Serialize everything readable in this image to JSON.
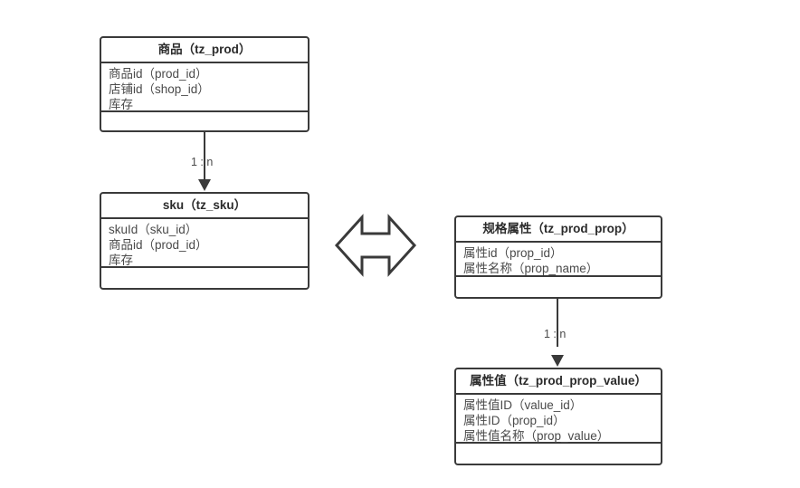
{
  "diagram": {
    "title": "",
    "background_color": "#ffffff",
    "line_color": "#3a3a3a",
    "text_color": "#4a4a4a",
    "title_color": "#2b2b2b",
    "entities": [
      {
        "id": "tz_prod",
        "title": "商品（tz_prod）",
        "fields": [
          "商品id（prod_id）",
          "店铺id（shop_id）",
          "库存"
        ],
        "footer": ""
      },
      {
        "id": "tz_sku",
        "title": "sku（tz_sku）",
        "fields": [
          "skuId（sku_id）",
          "商品id（prod_id）",
          "库存"
        ],
        "footer": ""
      },
      {
        "id": "tz_prod_prop",
        "title": "规格属性（tz_prod_prop）",
        "fields": [
          "属性id（prop_id）",
          "属性名称（prop_name）"
        ],
        "footer": ""
      },
      {
        "id": "tz_prod_prop_value",
        "title": "属性值（tz_prod_prop_value）",
        "fields": [
          "属性值ID（value_id）",
          "属性ID（prop_id）",
          "属性值名称（prop_value）"
        ],
        "footer": ""
      }
    ],
    "connectors": [
      {
        "id": "prod-to-sku",
        "from": "tz_prod",
        "to": "tz_sku",
        "label": "1 : n",
        "style": "arrow-down"
      },
      {
        "id": "prop-to-prop-value",
        "from": "tz_prod_prop",
        "to": "tz_prod_prop_value",
        "label": "1 : n",
        "style": "arrow-down"
      },
      {
        "id": "sku-to-prop",
        "from": "tz_sku",
        "to": "tz_prod_prop",
        "label": "",
        "style": "bidirectional-block-arrow"
      }
    ]
  }
}
